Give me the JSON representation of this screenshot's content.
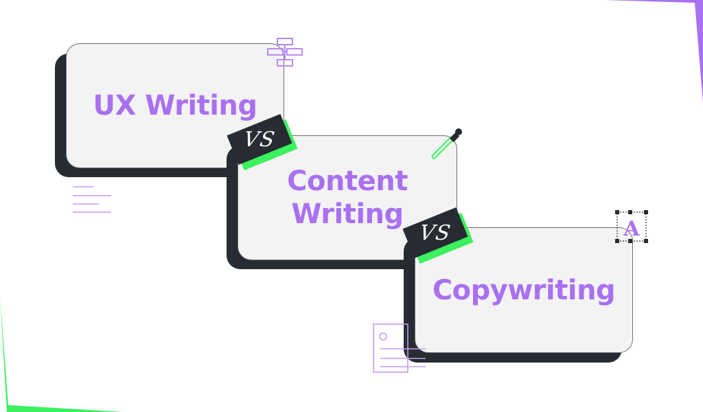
{
  "colors": {
    "accent_purple": "#a970f0",
    "accent_green": "#3cf060",
    "dark": "#262c31",
    "card_bg": "#f3f3f3",
    "line_purple": "#c59af3"
  },
  "cards": [
    {
      "title": "UX Writing"
    },
    {
      "title": "Content\nWriting"
    },
    {
      "title": "Copywriting"
    }
  ],
  "badges": [
    {
      "label": "VS"
    },
    {
      "label": "VS"
    }
  ],
  "icons": [
    "flowchart-icon",
    "pipette-icon",
    "text-letter-icon",
    "text-lines-icon",
    "document-icon"
  ],
  "text_icon": {
    "letter": "A"
  }
}
